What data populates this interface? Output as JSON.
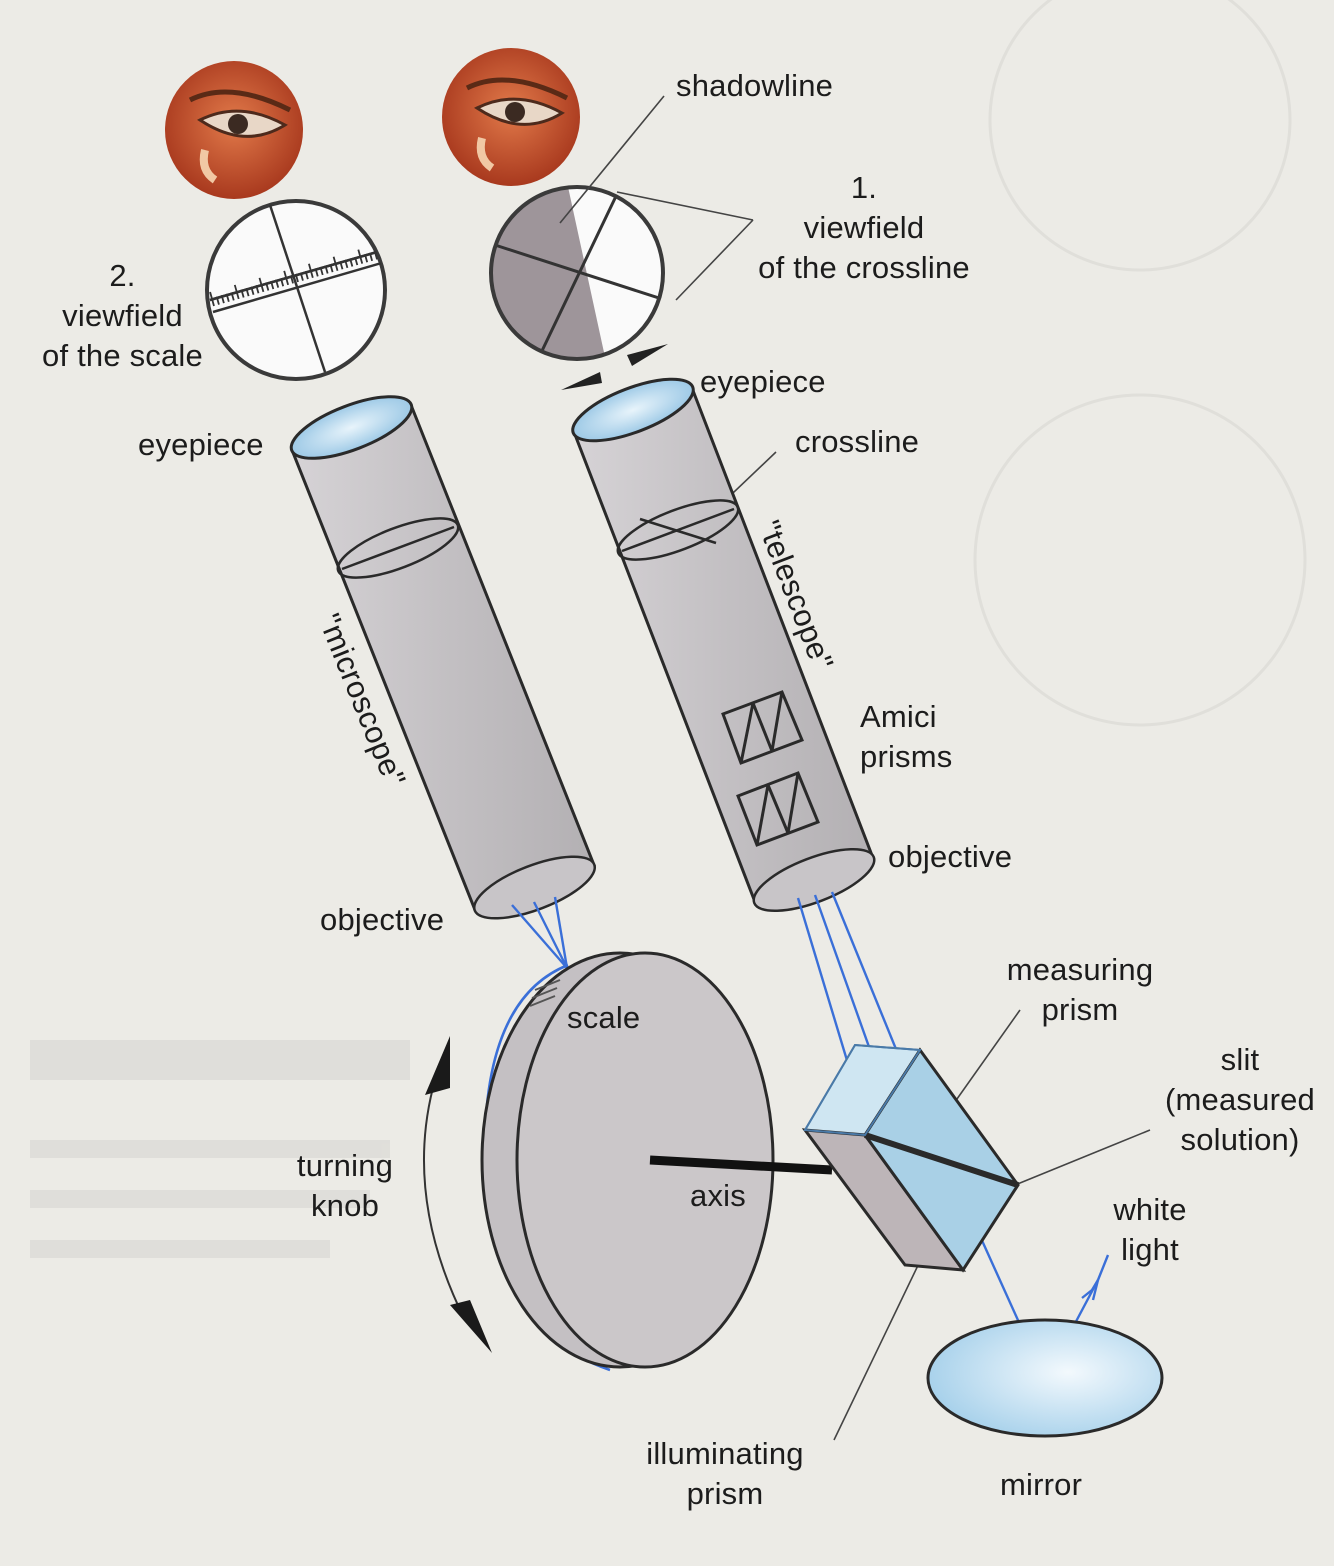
{
  "labels": {
    "shadowline": "shadowline",
    "viewfield_crossline": "1.\nviewfield\nof the crossline",
    "viewfield_scale": "2.\nviewfield\nof the scale",
    "eyepiece_left": "eyepiece",
    "eyepiece_right": "eyepiece",
    "crossline": "crossline",
    "telescope": "\"telescope\"",
    "microscope": "\"microscope\"",
    "amici_prisms": "Amici\nprisms",
    "objective_left": "objective",
    "objective_right": "objective",
    "measuring_prism": "measuring\nprism",
    "slit": "slit\n(measured\nsolution)",
    "scale": "scale",
    "turning_knob": "turning\nknob",
    "axis": "axis",
    "white_light": "white\nlight",
    "illuminating_prism": "illuminating\nprism",
    "mirror": "mirror"
  },
  "colors": {
    "tube": "#c7c4c7",
    "tube_edge": "#2a2a2a",
    "lens": "#bcdcef",
    "light_ray": "#3a6fd8",
    "disc": "#cbc7c9",
    "eye_iris": "#c04a22",
    "shadow": "#9d9499"
  }
}
